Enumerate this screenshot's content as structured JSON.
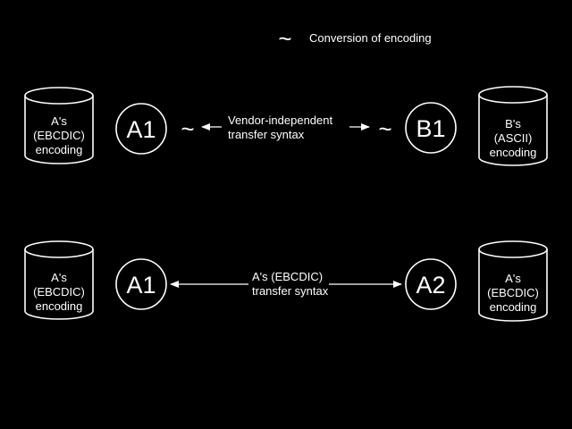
{
  "colors": {
    "background": "#000000",
    "foreground": "#ffffff"
  },
  "legend": {
    "symbol": "~",
    "text": "Conversion of encoding"
  },
  "rows": [
    {
      "left": {
        "db_lines": [
          "A's",
          "(EBCDIC)",
          "encoding"
        ],
        "node": "A1",
        "conversion": true
      },
      "link_lines": [
        "Vendor-independent",
        "transfer syntax"
      ],
      "right": {
        "db_lines": [
          "B's",
          "(ASCII)",
          "encoding"
        ],
        "node": "B1",
        "conversion": true
      }
    },
    {
      "left": {
        "db_lines": [
          "A's",
          "(EBCDIC)",
          "encoding"
        ],
        "node": "A1",
        "conversion": false
      },
      "link_lines": [
        "A's (EBCDIC)",
        "transfer syntax"
      ],
      "right": {
        "db_lines": [
          "A's",
          "(EBCDIC)",
          "encoding"
        ],
        "node": "A2",
        "conversion": false
      }
    }
  ]
}
